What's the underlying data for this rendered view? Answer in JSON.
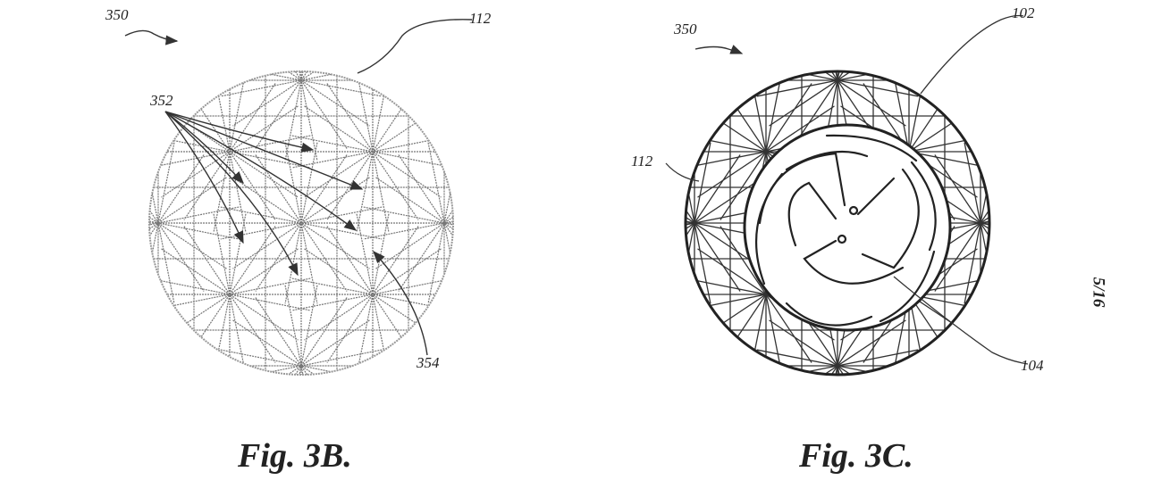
{
  "figures": [
    {
      "caption": "Fig. 3B.",
      "labels": {
        "ref_350": "350",
        "ref_112": "112",
        "ref_352": "352",
        "ref_354": "354"
      }
    },
    {
      "caption": "Fig. 3C.",
      "labels": {
        "ref_350": "350",
        "ref_102": "102",
        "ref_112": "112",
        "ref_104": "104"
      }
    }
  ],
  "sheet_number": "5/16"
}
